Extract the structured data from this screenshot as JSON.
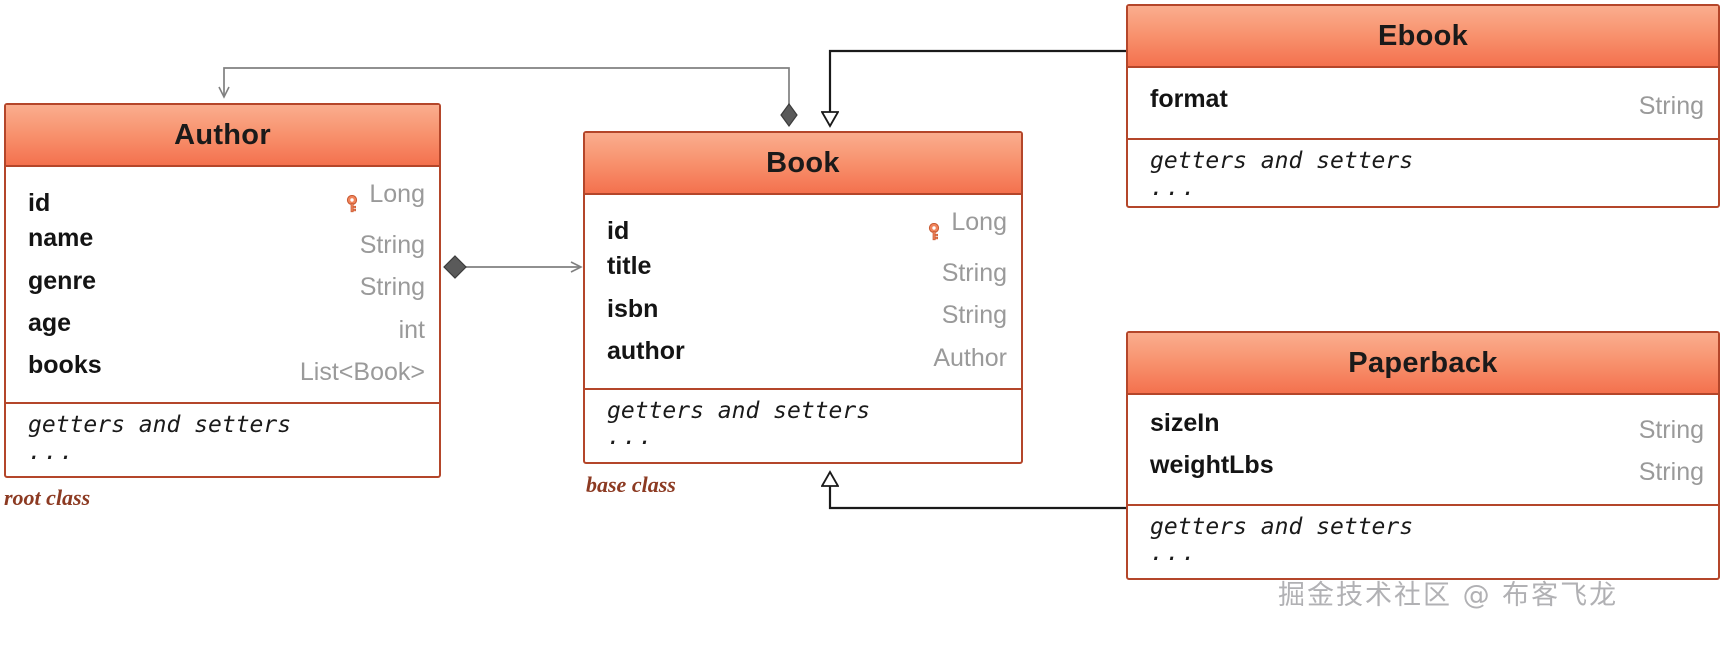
{
  "diagram": {
    "kind": "uml-class-diagram",
    "colors": {
      "header_top": "#FAAD8E",
      "header_bottom": "#F4714E",
      "border": "#B4462A",
      "type_text": "#9A9A9A",
      "caption_text": "#8C3A22",
      "association_line": "#808080",
      "inheritance_line": "#1A1A1A",
      "key_icon": "#F08050"
    },
    "methods_line1": "getters and setters",
    "methods_line2": "..."
  },
  "classes": {
    "author": {
      "name": "Author",
      "caption": "root class",
      "attributes": [
        {
          "name": "id",
          "type": "Long",
          "key": true
        },
        {
          "name": "name",
          "type": "String",
          "key": false
        },
        {
          "name": "genre",
          "type": "String",
          "key": false
        },
        {
          "name": "age",
          "type": "int",
          "key": false
        },
        {
          "name": "books",
          "type": "List<Book>",
          "key": false
        }
      ],
      "methods_line1": "getters and setters",
      "methods_line2": "..."
    },
    "book": {
      "name": "Book",
      "caption": "base class",
      "attributes": [
        {
          "name": "id",
          "type": "Long",
          "key": true
        },
        {
          "name": "title",
          "type": "String",
          "key": false
        },
        {
          "name": "isbn",
          "type": "String",
          "key": false
        },
        {
          "name": "author",
          "type": "Author",
          "key": false
        }
      ],
      "methods_line1": "getters and setters",
      "methods_line2": "..."
    },
    "ebook": {
      "name": "Ebook",
      "caption": "",
      "attributes": [
        {
          "name": "format",
          "type": "String",
          "key": false
        }
      ],
      "methods_line1": "getters and setters",
      "methods_line2": "..."
    },
    "paperback": {
      "name": "Paperback",
      "caption": "",
      "attributes": [
        {
          "name": "sizeIn",
          "type": "String",
          "key": false
        },
        {
          "name": "weightLbs",
          "type": "String",
          "key": false
        }
      ],
      "methods_line1": "getters and setters",
      "methods_line2": "..."
    }
  },
  "relationships": [
    {
      "id": "book-to-author",
      "from": "Book",
      "to": "Author",
      "type": "aggregation",
      "label": ""
    },
    {
      "id": "author-to-book",
      "from": "Author",
      "to": "Book",
      "type": "aggregation",
      "label": ""
    },
    {
      "id": "ebook-to-book",
      "from": "Ebook",
      "to": "Book",
      "type": "generalization",
      "label": ""
    },
    {
      "id": "paperback-to-book",
      "from": "Paperback",
      "to": "Book",
      "type": "generalization",
      "label": ""
    }
  ],
  "watermark": {
    "text": "掘金技术社区 @ 布客飞龙"
  }
}
